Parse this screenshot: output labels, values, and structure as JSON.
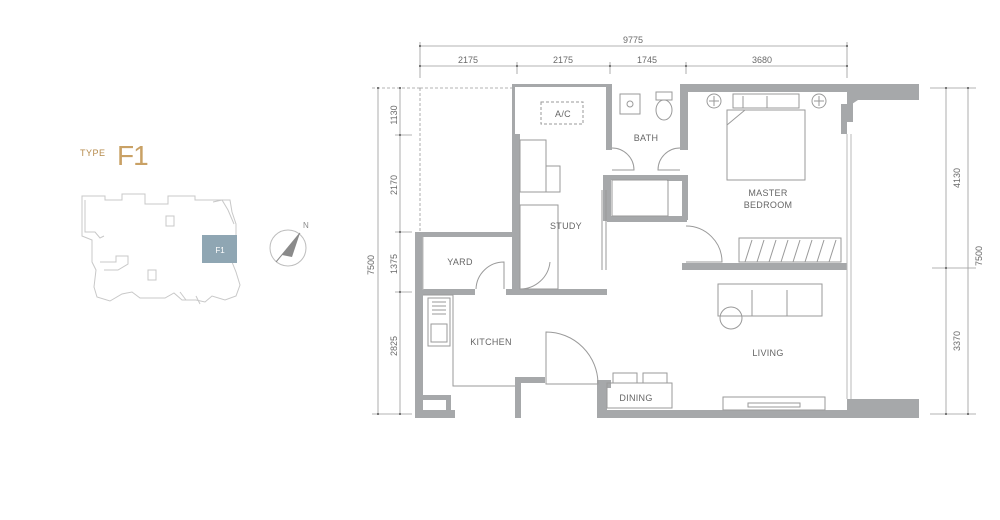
{
  "unit_type": {
    "label": "TYPE",
    "code": "F1"
  },
  "key_plan": {
    "highlight_label": "F1"
  },
  "compass": {
    "label": "N"
  },
  "rooms": {
    "ac": "A/C",
    "bath": "BATH",
    "master_line1": "MASTER",
    "master_line2": "BEDROOM",
    "study": "STUDY",
    "yard": "YARD",
    "kitchen": "KITCHEN",
    "living": "LIVING",
    "dining": "DINING"
  },
  "dimensions": {
    "overall_width": "9775",
    "top_segments": [
      "2175",
      "2175",
      "1745",
      "3680"
    ],
    "left_total": "7500",
    "left_segments": [
      "1130",
      "2170",
      "1375",
      "2825"
    ],
    "right_total": "7500",
    "right_segments": [
      "4130",
      "3370"
    ]
  },
  "colors": {
    "accent_gold": "#c9a165",
    "wall_gray": "#a6a8aa",
    "key_highlight": "#8fa6b3"
  }
}
